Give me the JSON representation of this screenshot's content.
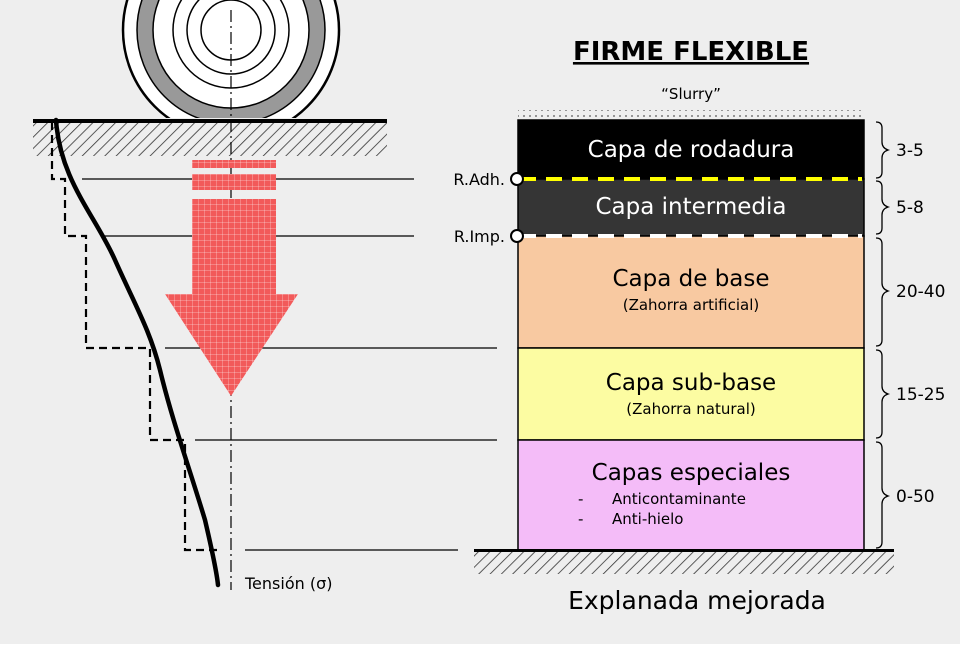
{
  "title": "FIRME FLEXIBLE",
  "slurry_label": "“Slurry”",
  "layers": [
    {
      "name": "Capa de rodadura",
      "thickness": "3-5",
      "fill": "#000000",
      "text_color": "#ffffff"
    },
    {
      "name": "Capa intermedia",
      "thickness": "5-8",
      "fill": "#353535",
      "text_color": "#ffffff"
    },
    {
      "name": "Capa de base",
      "sub": "(Zahorra artificial)",
      "thickness": "20-40",
      "fill": "#f8c9a1",
      "text_color": "#000000"
    },
    {
      "name": "Capa sub-base",
      "sub": "(Zahorra natural)",
      "thickness": "15-25",
      "fill": "#fcfca2",
      "text_color": "#000000"
    },
    {
      "name": "Capas especiales",
      "items": [
        "Anticontaminante",
        "Anti-hielo"
      ],
      "thickness": "0-50",
      "fill": "#f4bcf8",
      "text_color": "#000000"
    }
  ],
  "interfaces": {
    "adhesion": "R.Adh.",
    "imprimacion": "R.Imp."
  },
  "base_label": "Explanada mejorada",
  "stress_label": "Tensión (σ)",
  "colors": {
    "background": "#eeeeee",
    "adhesion_line": "#ffff00",
    "imprimacion_line": "#ffffff",
    "arrow": "#f25a5a",
    "tyre": "#999999"
  }
}
